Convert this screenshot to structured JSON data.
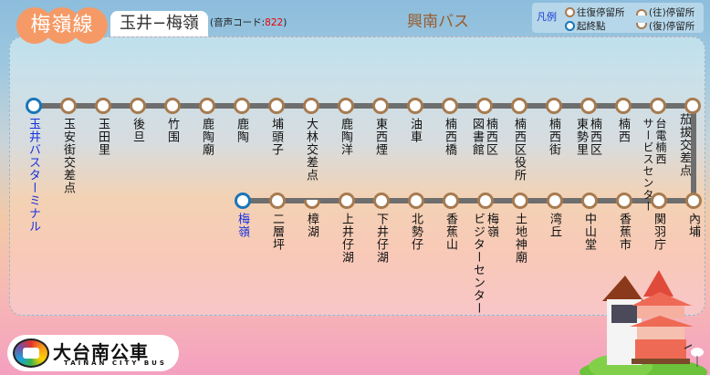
{
  "header": {
    "route_name": "梅嶺線",
    "route_tab": "玉井−梅嶺",
    "voice_code_label": "(音声コード:",
    "voice_code": "822",
    "voice_code_close": ")",
    "operator": "興南バス"
  },
  "legend": {
    "title": "凡例",
    "items": [
      {
        "label": "往復停留所",
        "icon": "round-trip-stop-icon"
      },
      {
        "label": "(往)停留所",
        "icon": "outbound-stop-icon"
      },
      {
        "label": "起終點",
        "icon": "terminal-stop-icon"
      },
      {
        "label": "(復)停留所",
        "icon": "return-stop-icon"
      }
    ]
  },
  "colors": {
    "line": "#6e6e6e",
    "stop_border": "#a77b50",
    "terminal_border": "#1a76b8",
    "terminal_text": "#1530e0",
    "route_badge": "#f59a66",
    "voice_code": "#e00000",
    "operator": "#9a5a2a"
  },
  "stops_top": [
    {
      "name": "玉井バスターミナル",
      "type": "terminal"
    },
    {
      "name": "玉安街交差点",
      "type": "both"
    },
    {
      "name": "玉田里",
      "type": "both"
    },
    {
      "name": "後旦",
      "type": "both"
    },
    {
      "name": "竹围",
      "type": "both"
    },
    {
      "name": "鹿陶廟",
      "type": "both"
    },
    {
      "name": "鹿陶",
      "type": "both"
    },
    {
      "name": "埔頭子",
      "type": "both"
    },
    {
      "name": "大林交差点",
      "type": "both"
    },
    {
      "name": "鹿陶洋",
      "type": "both"
    },
    {
      "name": "東西煙",
      "type": "both"
    },
    {
      "name": "油車",
      "type": "both"
    },
    {
      "name": "楠西橋",
      "type": "both"
    },
    {
      "name": "楠西区\n図書館",
      "type": "both"
    },
    {
      "name": "楠西区役所",
      "type": "both"
    },
    {
      "name": "楠西街",
      "type": "both"
    },
    {
      "name": "楠西区\n東勢里",
      "type": "both"
    },
    {
      "name": "楠西",
      "type": "both"
    },
    {
      "name": "台電楠西\nサービスセンター",
      "type": "both"
    },
    {
      "name": "茄拔交差点",
      "type": "both"
    }
  ],
  "stops_bottom": [
    {
      "name": "梅嶺",
      "type": "terminal"
    },
    {
      "name": "二層坪",
      "type": "both"
    },
    {
      "name": "樟湖",
      "type": "return"
    },
    {
      "name": "上井仔湖",
      "type": "both"
    },
    {
      "name": "下井仔湖",
      "type": "both"
    },
    {
      "name": "北勢仔",
      "type": "both"
    },
    {
      "name": "香蕉山",
      "type": "both"
    },
    {
      "name": "梅嶺\nビジターセンター",
      "type": "both"
    },
    {
      "name": "土地神廟",
      "type": "both"
    },
    {
      "name": "湾丘",
      "type": "both"
    },
    {
      "name": "中山堂",
      "type": "both"
    },
    {
      "name": "香蕉市",
      "type": "both"
    },
    {
      "name": "関羽庁",
      "type": "both"
    },
    {
      "name": "內埔",
      "type": "both"
    }
  ],
  "logo": {
    "text": "大台南公車",
    "subtext": "TAINAN CITY BUS"
  }
}
